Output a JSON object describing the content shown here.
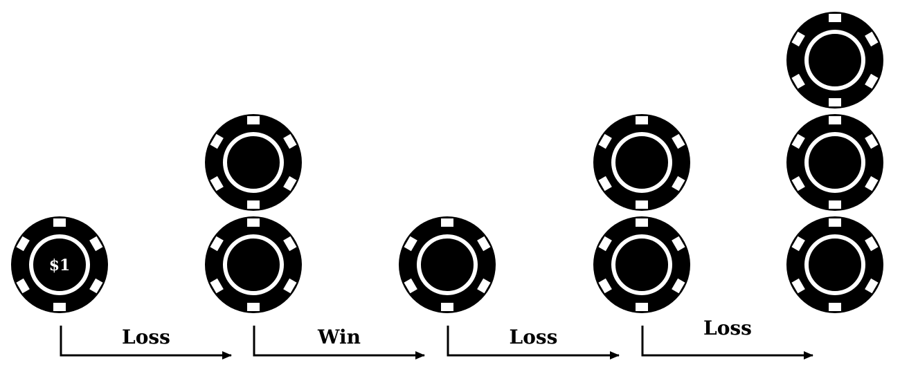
{
  "diagram": {
    "colors": {
      "chip": "#000000",
      "insert": "#ffffff",
      "arrow": "#000000",
      "background": "#ffffff"
    },
    "first_chip_value": "$1",
    "stacks": [
      {
        "chips": 1
      },
      {
        "chips": 2
      },
      {
        "chips": 1
      },
      {
        "chips": 2
      },
      {
        "chips": 3
      }
    ],
    "steps": [
      {
        "label": "Loss"
      },
      {
        "label": "Win"
      },
      {
        "label": "Loss"
      },
      {
        "label": "Loss"
      }
    ]
  }
}
